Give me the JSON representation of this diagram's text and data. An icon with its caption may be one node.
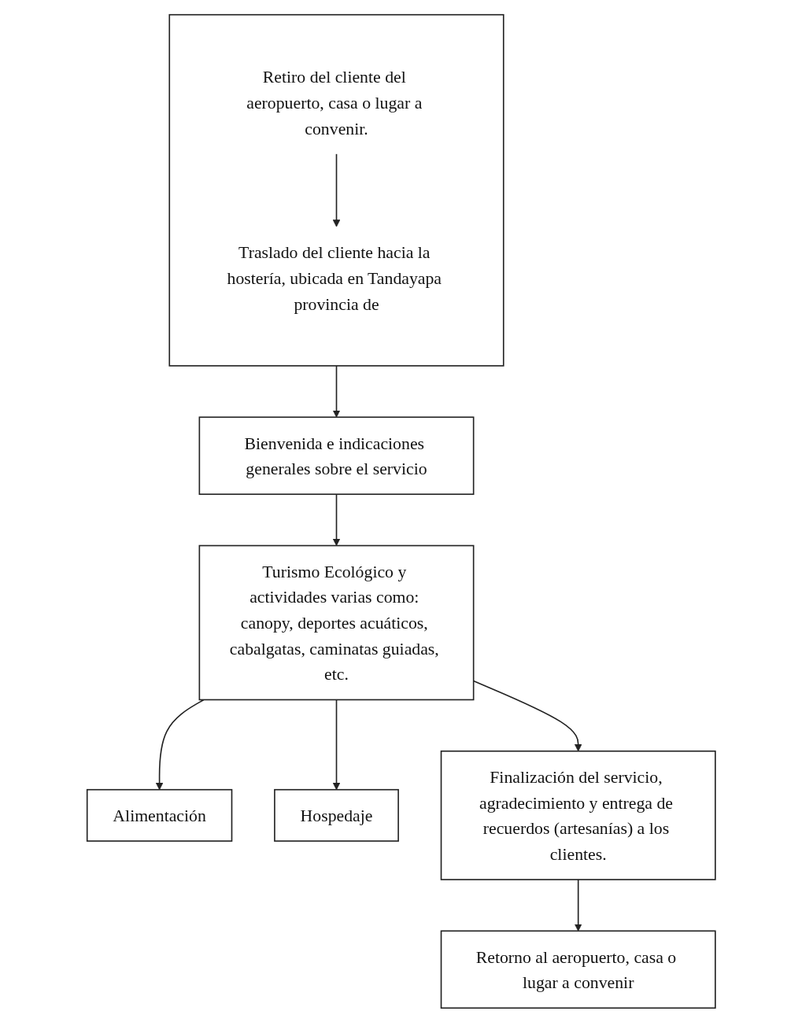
{
  "diagram": {
    "nodes": [
      {
        "text": [],
        "shape": "box"
      },
      {
        "text": [
          "Retiro del cliente del aeropuerto, casa o lugar a convenir."
        ],
        "in": 0
      },
      {
        "text": [
          "Traslado del cliente hacia la hostería, ubicada en Tandayapa provincia de"
        ],
        "in": 0
      },
      {
        "text": [
          "Bienvenida e indicaciones generales sobre el servicio"
        ]
      },
      {
        "text": [
          "Alimentación"
        ]
      },
      {
        "text": [
          "Turismo Ecológico y actividades varias como: canopy, deportes acuáticos, cabalgatas, caminatas guiadas, etc."
        ]
      },
      {
        "text": [
          "Hospedaje"
        ]
      },
      {
        "text": [
          "Finalización del servicio, agradecimiento y entrega de recuerdos (artesanías) a los clientes."
        ]
      },
      {
        "text": [
          "Retorno al aeropuerto, casa o lugar a convenir"
        ]
      }
    ],
    "edges": [
      {
        "from": 1,
        "to": 2,
        "arrow": "to"
      },
      {
        "from": 0,
        "to": 3,
        "arrow": "to"
      },
      {
        "from": 3,
        "to": 5,
        "arrow": "to"
      },
      {
        "from": 5,
        "to": 4,
        "arrow": "to"
      },
      {
        "from": 5,
        "to": 6,
        "arrow": "to"
      },
      {
        "from": 5,
        "to": 7,
        "arrow": "to"
      },
      {
        "from": 7,
        "to": 8,
        "arrow": "to"
      }
    ]
  }
}
